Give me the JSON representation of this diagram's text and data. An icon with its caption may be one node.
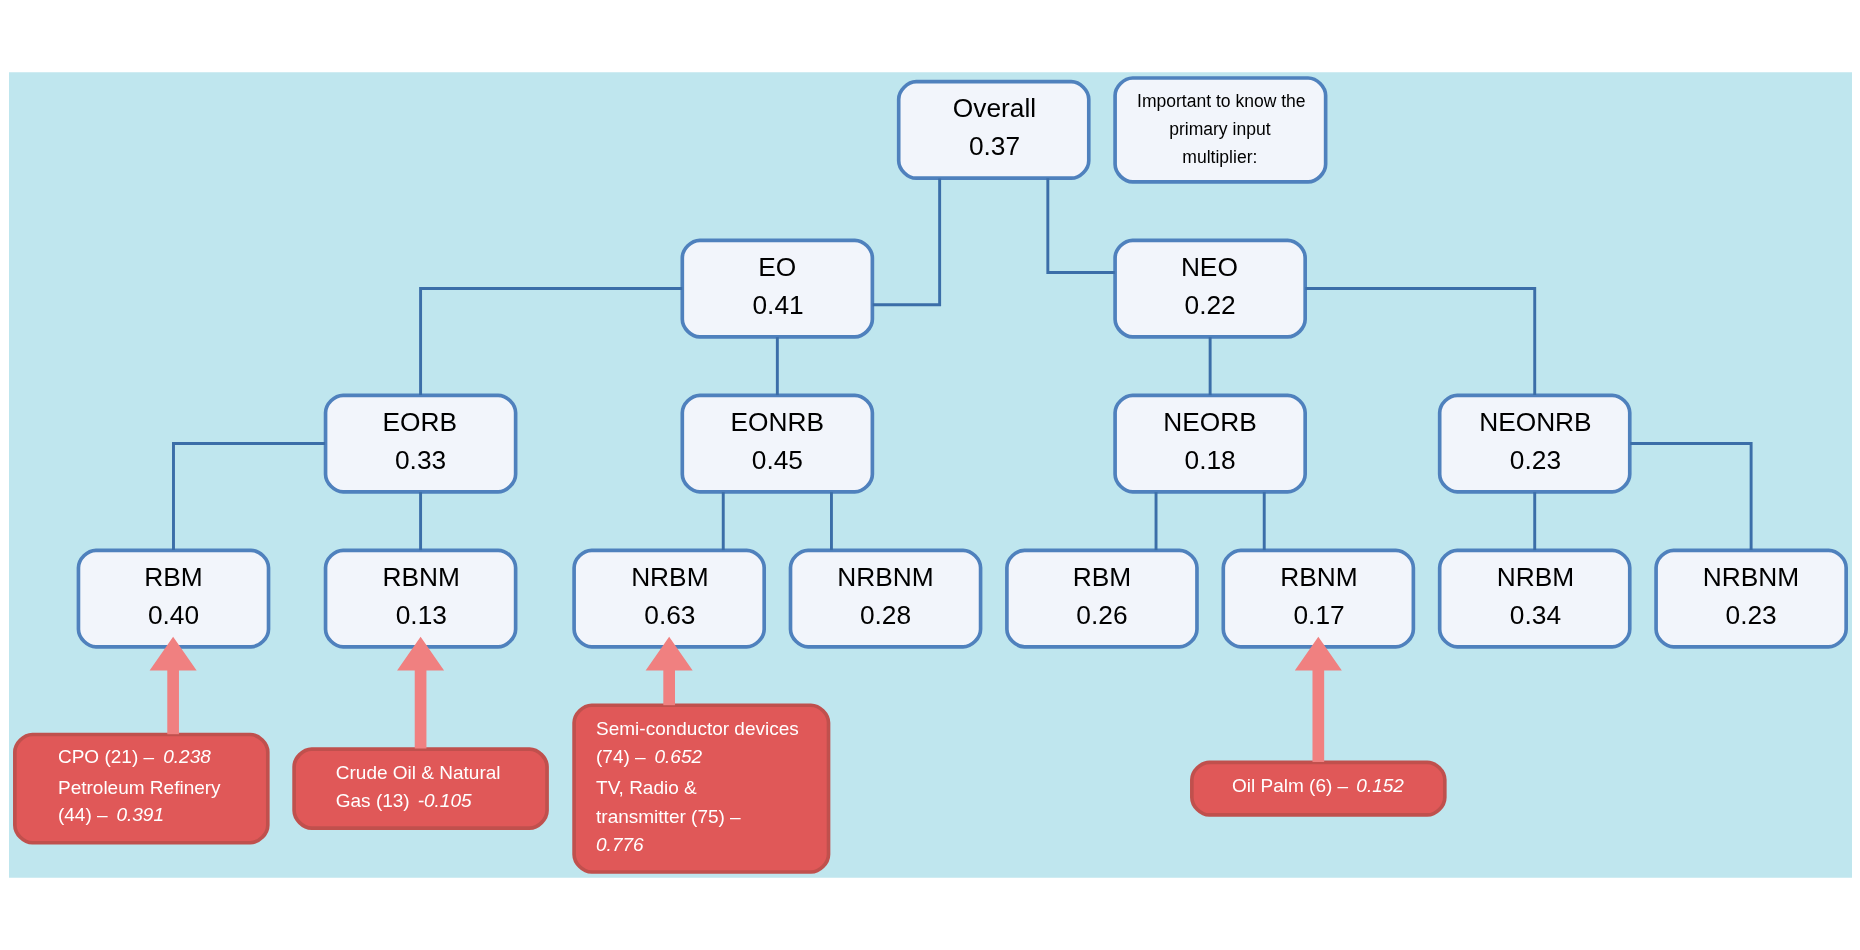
{
  "diagram": {
    "nodes": [
      {
        "text": [
          "Overall",
          "0.37"
        ]
      },
      {
        "text": [
          "Important to know the primary input multiplier:"
        ]
      },
      {
        "text": [
          "EO",
          "0.41"
        ]
      },
      {
        "text": [
          "NEO",
          "0.22"
        ]
      },
      {
        "text": [
          "EORB",
          "0.33"
        ]
      },
      {
        "text": [
          "EONRB",
          "0.45"
        ]
      },
      {
        "text": [
          "NEORB",
          "0.18"
        ]
      },
      {
        "text": [
          "NEONRB",
          "0.23"
        ]
      },
      {
        "text": [
          "RBM",
          "0.40"
        ]
      },
      {
        "text": [
          "RBNM",
          "0.13"
        ]
      },
      {
        "text": [
          "NRBM",
          "0.63"
        ]
      },
      {
        "text": [
          "NRBNM",
          "0.28"
        ]
      },
      {
        "text": [
          "RBM",
          "0.26"
        ]
      },
      {
        "text": [
          "RBNM",
          "0.17"
        ]
      },
      {
        "text": [
          "NRBM",
          "0.34"
        ]
      },
      {
        "text": [
          "NRBNM",
          "0.23"
        ]
      },
      {
        "text": [
          "CPO (21) – *0.238*",
          "Petroleum Refinery (44) – *0.391*"
        ]
      },
      {
        "text": [
          "Crude Oil & Natural Gas (13) *-0.105*"
        ]
      },
      {
        "text": [
          "Semi-conductor devices (74) – *0.652*",
          "TV, Radio & transmitter (75) – *0.776*"
        ]
      },
      {
        "text": [
          "Oil Palm (6) – *0.152*"
        ]
      }
    ],
    "edges": [
      {
        "from": 0,
        "to": 2,
        "arrow": "none"
      },
      {
        "from": 0,
        "to": 3,
        "arrow": "none"
      },
      {
        "from": 2,
        "to": 4,
        "arrow": "none"
      },
      {
        "from": 2,
        "to": 5,
        "arrow": "none"
      },
      {
        "from": 3,
        "to": 6,
        "arrow": "none"
      },
      {
        "from": 3,
        "to": 7,
        "arrow": "none"
      },
      {
        "from": 4,
        "to": 8,
        "arrow": "none"
      },
      {
        "from": 4,
        "to": 9,
        "arrow": "none"
      },
      {
        "from": 5,
        "to": 10,
        "arrow": "none"
      },
      {
        "from": 5,
        "to": 11,
        "arrow": "none"
      },
      {
        "from": 6,
        "to": 12,
        "arrow": "none"
      },
      {
        "from": 6,
        "to": 13,
        "arrow": "none"
      },
      {
        "from": 7,
        "to": 14,
        "arrow": "none"
      },
      {
        "from": 7,
        "to": 15,
        "arrow": "none"
      },
      {
        "from": 16,
        "to": 8,
        "arrow": "to",
        "style": "thick",
        "color": "#f08080"
      },
      {
        "from": 17,
        "to": 9,
        "arrow": "to",
        "style": "thick",
        "color": "#f08080"
      },
      {
        "from": 18,
        "to": 10,
        "arrow": "to",
        "style": "thick",
        "color": "#f08080"
      },
      {
        "from": 19,
        "to": 13,
        "arrow": "to",
        "style": "thick",
        "color": "#f08080"
      }
    ]
  }
}
